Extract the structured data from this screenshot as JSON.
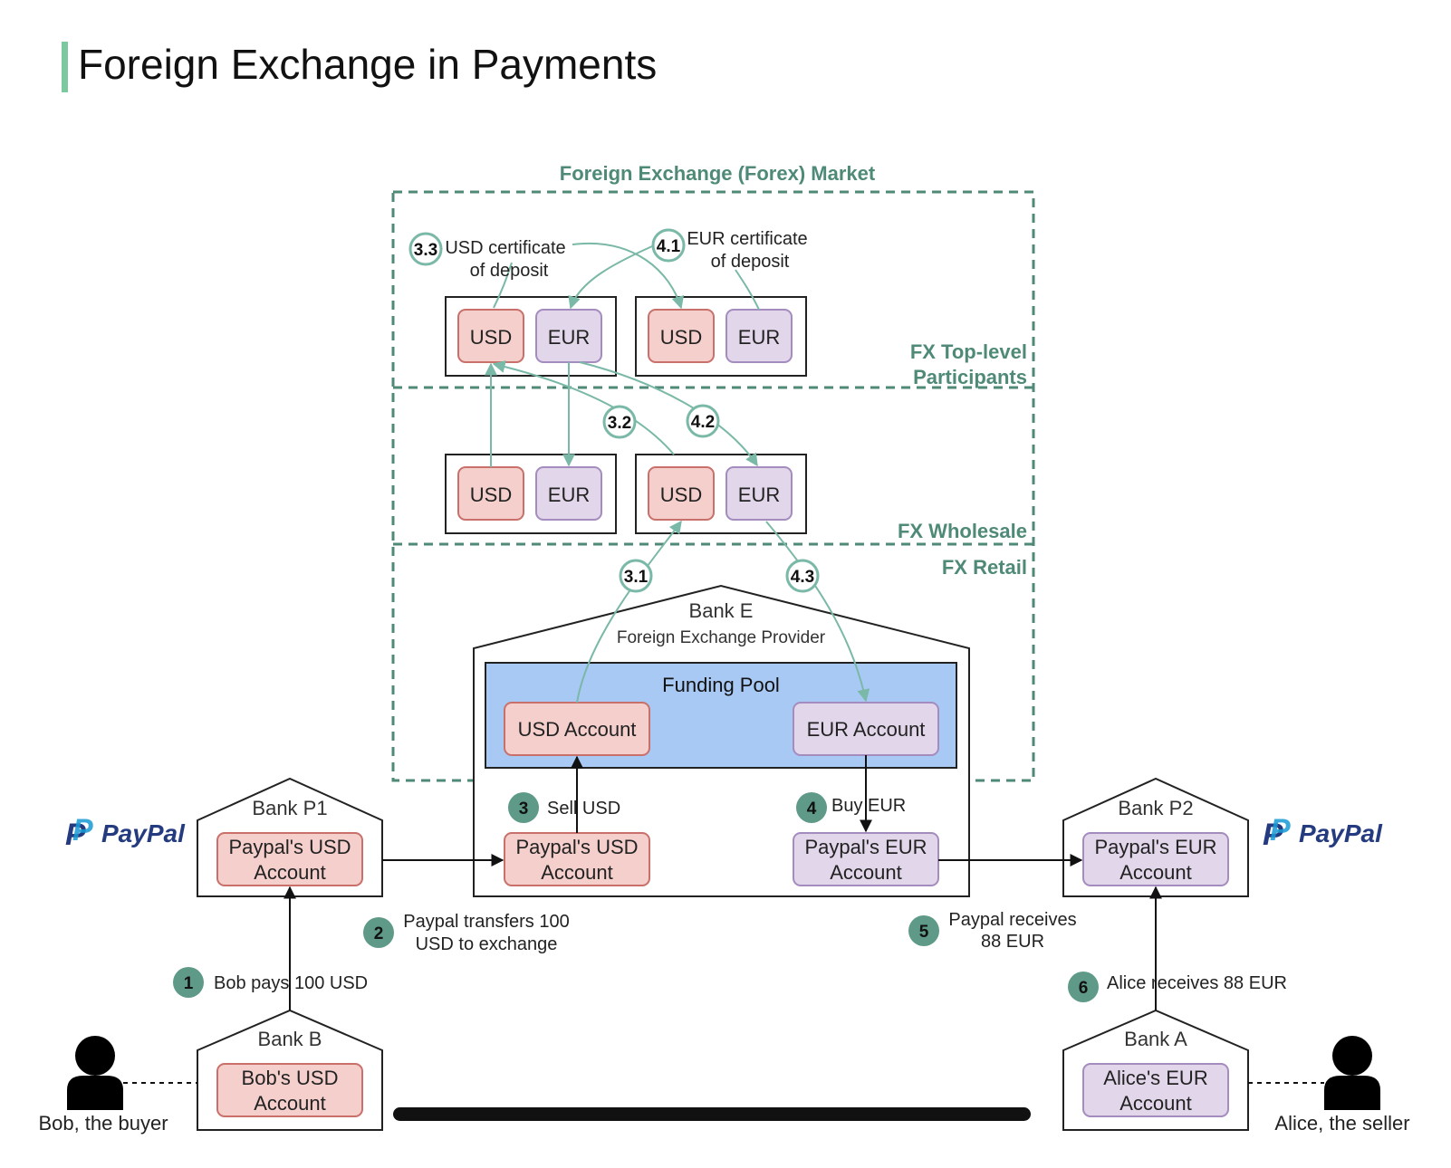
{
  "title": "Foreign Exchange in Payments",
  "colors": {
    "accent_teal": "#4f8a78",
    "arrow_teal": "#7ab8a7",
    "usd_fill": "#f4cfcc",
    "usd_stroke": "#c9706b",
    "eur_fill": "#e2d6ea",
    "eur_stroke": "#a48cbf",
    "pool_fill": "#a9c9f5",
    "badge_fill": "#5e9a87",
    "paypal_dark": "#253b80",
    "paypal_light": "#179bd7"
  },
  "regions": {
    "market": "Foreign Exchange (Forex) Market",
    "top_level_line1": "FX Top-level",
    "top_level_line2": "Participants",
    "wholesale": "FX Wholesale",
    "retail": "FX Retail"
  },
  "currency": {
    "usd": "USD",
    "eur": "EUR"
  },
  "steps": {
    "s1_num": "1",
    "s1_text": "Bob pays 100 USD",
    "s2_num": "2",
    "s2_line1": "Paypal transfers 100",
    "s2_line2": "USD to exchange",
    "s3_num": "3",
    "s3_text": "Sell USD",
    "s4_num": "4",
    "s4_text": "Buy EUR",
    "s5_num": "5",
    "s5_line1": "Paypal receives",
    "s5_line2": "88 EUR",
    "s6_num": "6",
    "s6_text": "Alice receives 88 EUR",
    "s31": "3.1",
    "s32": "3.2",
    "s33": "3.3",
    "s33_line1": "USD certificate",
    "s33_line2": "of deposit",
    "s41": "4.1",
    "s41_line1": "EUR certificate",
    "s41_line2": "of deposit",
    "s42": "4.2",
    "s43": "4.3"
  },
  "bank_e": {
    "name": "Bank E",
    "subtitle": "Foreign Exchange Provider",
    "pool": "Funding Pool",
    "usd_account": "USD Account",
    "eur_account": "EUR Account",
    "paypal_usd_line1": "Paypal's USD",
    "paypal_usd_line2": "Account",
    "paypal_eur_line1": "Paypal's EUR",
    "paypal_eur_line2": "Account"
  },
  "bank_p1": {
    "name": "Bank P1",
    "line1": "Paypal's USD",
    "line2": "Account"
  },
  "bank_p2": {
    "name": "Bank P2",
    "line1": "Paypal's EUR",
    "line2": "Account"
  },
  "bank_b": {
    "name": "Bank B",
    "line1": "Bob's USD",
    "line2": "Account"
  },
  "bank_a": {
    "name": "Bank A",
    "line1": "Alice's EUR",
    "line2": "Account"
  },
  "people": {
    "bob": "Bob, the buyer",
    "alice": "Alice, the seller"
  },
  "logos": {
    "paypal": "PayPal",
    "paypal_left": "PayPal",
    "paypal_right": "PayPal"
  }
}
